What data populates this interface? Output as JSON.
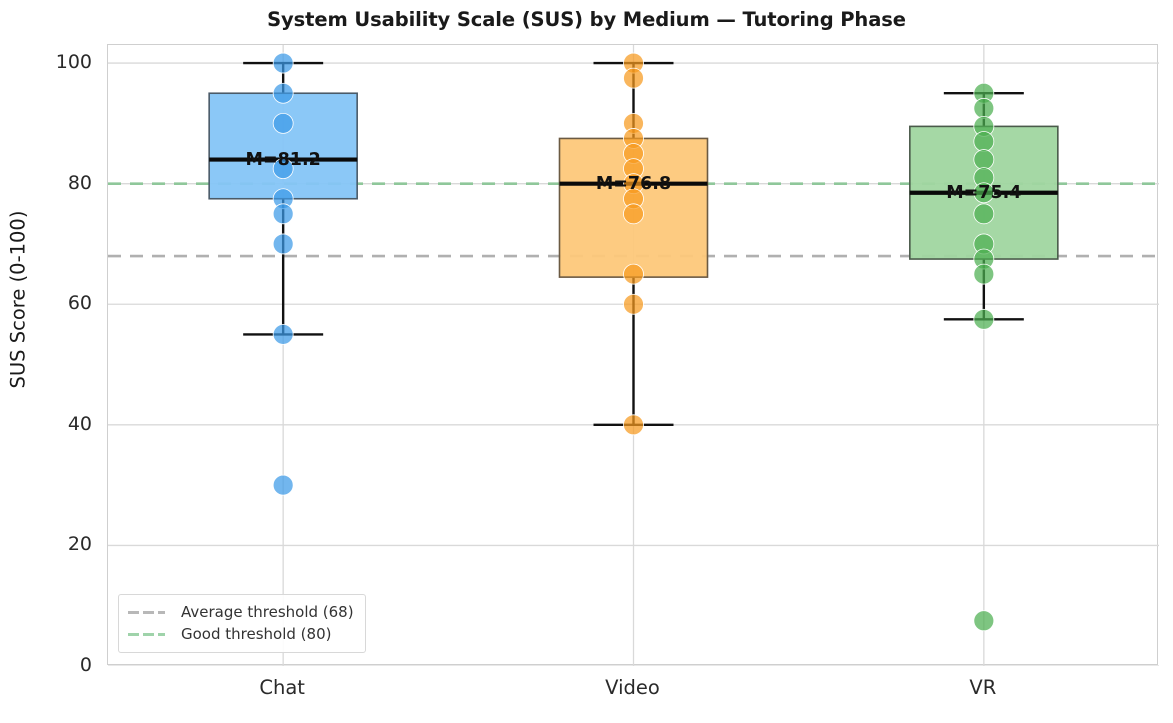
{
  "chart_data": {
    "type": "box",
    "title": "System Usability Scale (SUS) by Medium — Tutoring Phase",
    "xlabel": "",
    "ylabel": "SUS Score (0-100)",
    "ylim": [
      0,
      103
    ],
    "yticks": [
      0,
      20,
      40,
      60,
      80,
      100
    ],
    "ytick_labels": [
      "0",
      "20",
      "40",
      "60",
      "80",
      "100"
    ],
    "categories": [
      "Chat",
      "Video",
      "VR"
    ],
    "grid": "horizontal-and-vertical",
    "legend_position": "lower-left",
    "reference_lines": [
      {
        "label": "Average threshold (68)",
        "value": 68,
        "color": "#b0b0b0",
        "style": "dashed"
      },
      {
        "label": "Good threshold (80)",
        "value": 80,
        "color": "#8fc79a",
        "style": "dashed"
      }
    ],
    "boxes": [
      {
        "category": "Chat",
        "fill": "#85c5f7",
        "point_color": "#3c9ae8",
        "edge": "#4a5a68",
        "whisker_low": 55,
        "q1": 77.5,
        "median": 84,
        "q3": 95,
        "whisker_high": 100,
        "mean": 81.2,
        "mean_label": "M=81.2",
        "points": [
          100,
          95,
          90,
          82.5,
          77.5,
          75,
          70,
          55,
          30
        ]
      },
      {
        "category": "Video",
        "fill": "#fdc87a",
        "point_color": "#f79a1e",
        "edge": "#6b5a43",
        "whisker_low": 40,
        "q1": 64.5,
        "median": 80,
        "q3": 87.5,
        "whisker_high": 100,
        "mean": 76.8,
        "mean_label": "M=76.8",
        "points": [
          100,
          97.5,
          90,
          87.5,
          85,
          82.5,
          80,
          77.5,
          75,
          65,
          60,
          40
        ]
      },
      {
        "category": "VR",
        "fill": "#a0d6a0",
        "point_color": "#4caf50",
        "edge": "#4a5a4a",
        "whisker_low": 57.5,
        "q1": 67.5,
        "median": 78.5,
        "q3": 89.5,
        "whisker_high": 95,
        "mean": 75.4,
        "mean_label": "M=75.4",
        "points": [
          95,
          92.5,
          89.5,
          87,
          84,
          81,
          78.5,
          75,
          70,
          67.5,
          65,
          57.5,
          7.5
        ]
      }
    ]
  }
}
